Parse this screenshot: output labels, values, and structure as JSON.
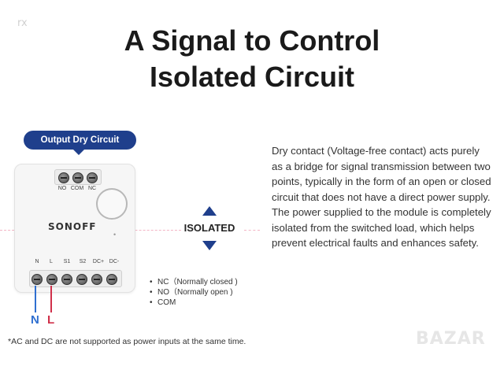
{
  "corner_mark": "rx",
  "title": {
    "line1": "A Signal to Control",
    "line2": "Isolated Circuit"
  },
  "output_badge": "Output Dry Circuit",
  "device": {
    "brand": "SONOFF",
    "top_terminals": [
      "NO",
      "COM",
      "NC"
    ],
    "bottom_terminals": [
      "N",
      "L",
      "S1",
      "S2",
      "DC+",
      "DC-"
    ],
    "input_labels": [
      "N",
      "L"
    ]
  },
  "isolated_label": "ISOLATED",
  "legend": [
    "NC（Normally closed )",
    "NO（Normally open )",
    "COM"
  ],
  "description": "Dry contact (Voltage-free contact) acts purely as a bridge for signal transmission between two points, typically in the form of an open or closed circuit that does not have a direct power supply. The power supplied to the module is completely isolated from the switched load, which helps prevent electrical faults and enhances safety.",
  "footnote": "*AC and DC are not supported as power inputs at the same time.",
  "watermark": "BAZAR",
  "colors": {
    "accent": "#1f3f8c",
    "n_wire": "#2f6fd0",
    "l_wire": "#d0304a",
    "dash": "#f3b5c5"
  }
}
